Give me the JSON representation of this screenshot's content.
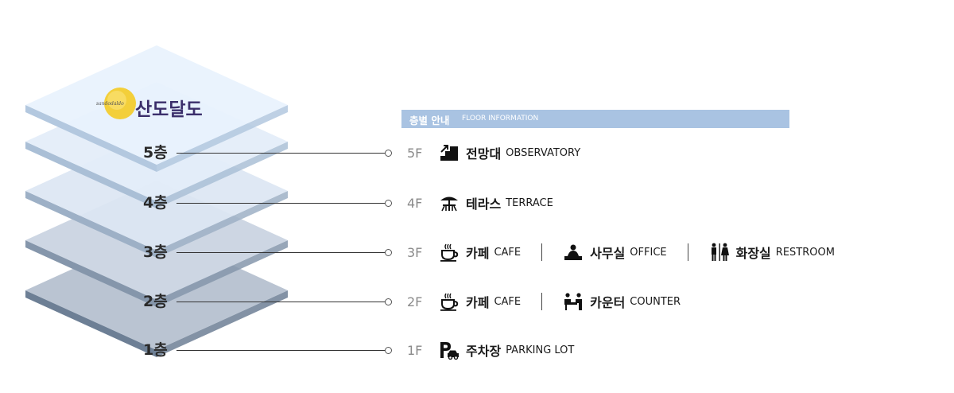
{
  "logo": {
    "text": "산도달도",
    "subtext": "sandodaldo"
  },
  "header": {
    "title_ko": "층별 안내",
    "title_en": "FLOOR INFORMATION"
  },
  "floors": [
    {
      "stack_label": "5층",
      "code": "5F",
      "items": [
        {
          "icon": "stairs-up-icon",
          "ko": "전망대",
          "en": "OBSERVATORY"
        }
      ]
    },
    {
      "stack_label": "4층",
      "code": "4F",
      "items": [
        {
          "icon": "parasol-table-icon",
          "ko": "테라스",
          "en": "TERRACE"
        }
      ]
    },
    {
      "stack_label": "3층",
      "code": "3F",
      "items": [
        {
          "icon": "coffee-cup-icon",
          "ko": "카페",
          "en": "CAFE"
        },
        {
          "icon": "office-desk-icon",
          "ko": "사무실",
          "en": "OFFICE"
        },
        {
          "icon": "restroom-icon",
          "ko": "화장실",
          "en": "RESTROOM"
        }
      ]
    },
    {
      "stack_label": "2층",
      "code": "2F",
      "items": [
        {
          "icon": "coffee-cup-icon",
          "ko": "카페",
          "en": "CAFE"
        },
        {
          "icon": "counter-service-icon",
          "ko": "카운터",
          "en": "COUNTER"
        }
      ]
    },
    {
      "stack_label": "1층",
      "code": "1F",
      "items": [
        {
          "icon": "parking-car-icon",
          "ko": "주차장",
          "en": "PARKING LOT"
        }
      ]
    }
  ],
  "colors": {
    "header_bar": "#a9c3e2",
    "layer_tops": [
      "#bac4d2",
      "#cdd6e3",
      "#dce6f3",
      "#e3edf9",
      "#e8f2fd"
    ],
    "layer_sides": [
      "#6d7f95",
      "#8596ab",
      "#9db0c6",
      "#aabfd6",
      "#b3c8df"
    ]
  }
}
